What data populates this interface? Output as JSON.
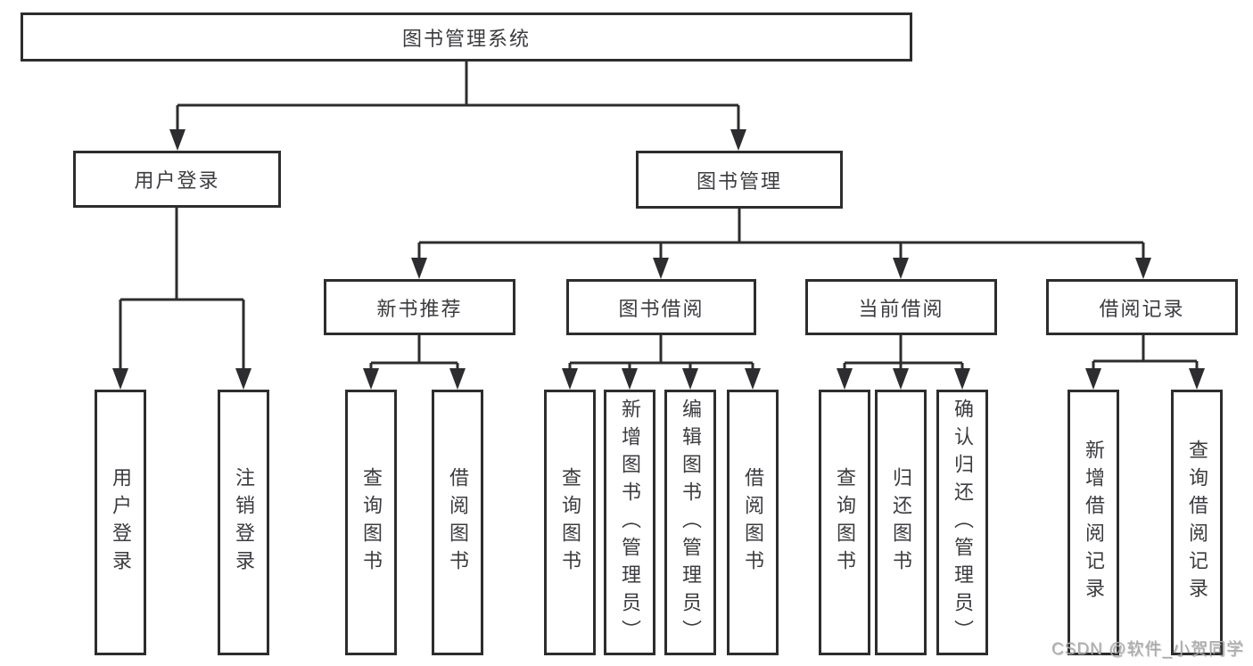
{
  "diagram": {
    "type": "hierarchy",
    "root": {
      "label": "图书管理系统",
      "children": [
        {
          "label": "用户登录",
          "children": [
            {
              "label": "用户登录"
            },
            {
              "label": "注销登录"
            }
          ]
        },
        {
          "label": "图书管理",
          "children": [
            {
              "label": "新书推荐",
              "children": [
                {
                  "label": "查询图书"
                },
                {
                  "label": "借阅图书"
                }
              ]
            },
            {
              "label": "图书借阅",
              "children": [
                {
                  "label": "查询图书"
                },
                {
                  "label": "新增图书（管理员）"
                },
                {
                  "label": "编辑图书（管理员）"
                },
                {
                  "label": "借阅图书"
                }
              ]
            },
            {
              "label": "当前借阅",
              "children": [
                {
                  "label": "查询图书"
                },
                {
                  "label": "归还图书"
                },
                {
                  "label": "确认归还（管理员）"
                }
              ]
            },
            {
              "label": "借阅记录",
              "children": [
                {
                  "label": "新增借阅记录"
                },
                {
                  "label": "查询借阅记录"
                }
              ]
            }
          ]
        }
      ]
    },
    "line_color": "#2d2d2f",
    "text_color": "#3c3c40",
    "background_color": "#ffffff"
  },
  "watermark": "CSDN @软件_小贺同学"
}
